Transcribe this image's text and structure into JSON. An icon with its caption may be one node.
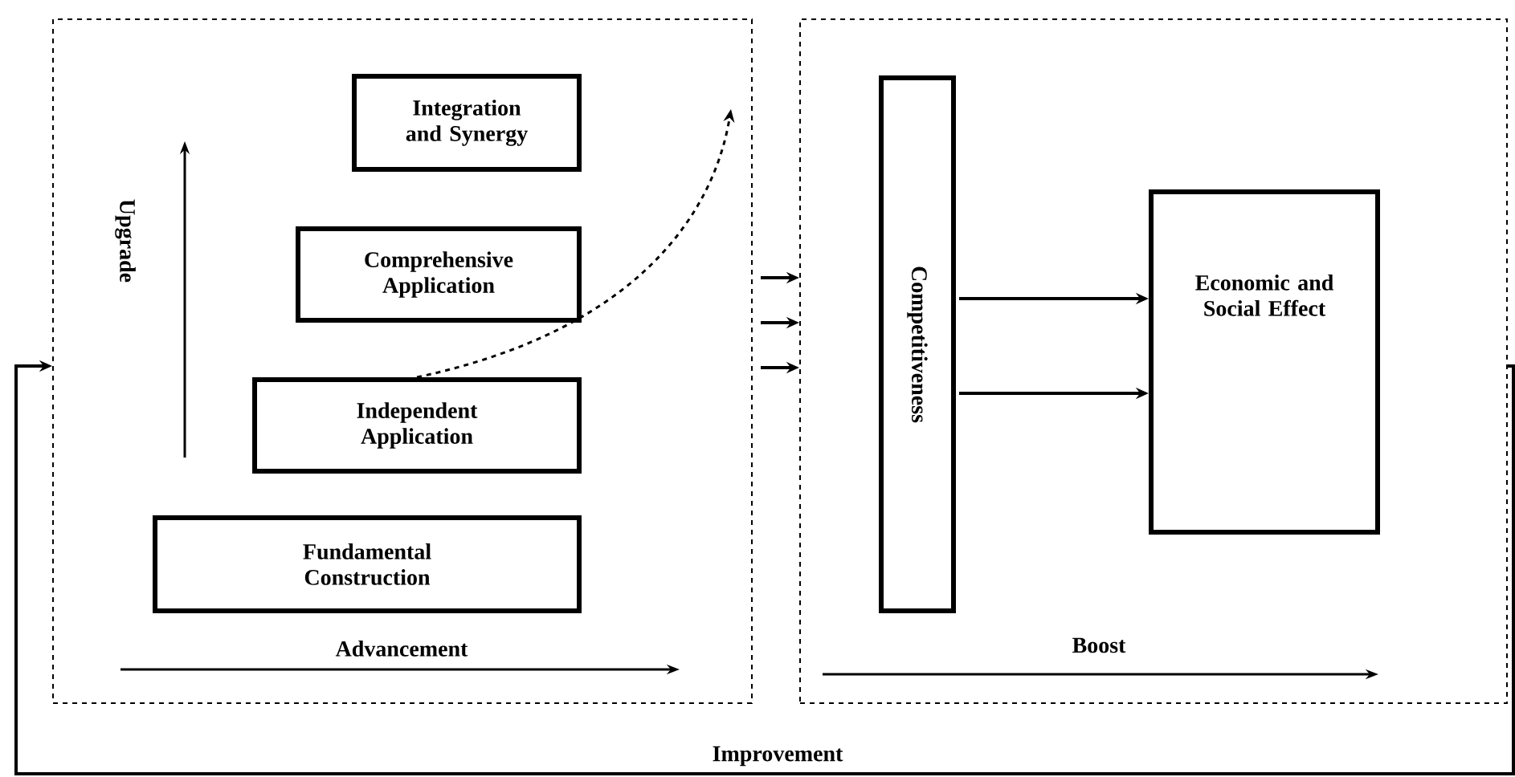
{
  "diagram": {
    "nodes": [
      {
        "text": [],
        "shape": "box"
      },
      {
        "text": [
          "Integration and Synergy"
        ],
        "in": 0
      },
      {
        "text": [
          "Comprehensive Application"
        ],
        "in": 0
      },
      {
        "text": [
          "Independent Application"
        ],
        "in": 0
      },
      {
        "text": [
          "Fundamental Construction"
        ],
        "in": 0
      },
      {
        "text": [],
        "shape": "box"
      },
      {
        "text": [
          "Competitiveness"
        ],
        "in": 5
      },
      {
        "text": [
          "Economic and Social Effect"
        ],
        "in": 5
      }
    ],
    "edges": [
      {
        "from": 0,
        "to": 5,
        "arrow": "to"
      },
      {
        "from": 0,
        "to": 5,
        "arrow": "to"
      },
      {
        "from": 0,
        "to": 5,
        "arrow": "to"
      },
      {
        "from": 6,
        "to": 7,
        "arrow": "to"
      },
      {
        "from": 6,
        "to": 7,
        "arrow": "to"
      },
      {
        "from": 5,
        "to": 0,
        "arrow": "to",
        "label": "Improvement"
      },
      {
        "from": 3,
        "to": null,
        "arrow": "to",
        "style": "dashed"
      }
    ],
    "labels": [
      "Upgrade",
      "Advancement",
      "Boost"
    ]
  }
}
